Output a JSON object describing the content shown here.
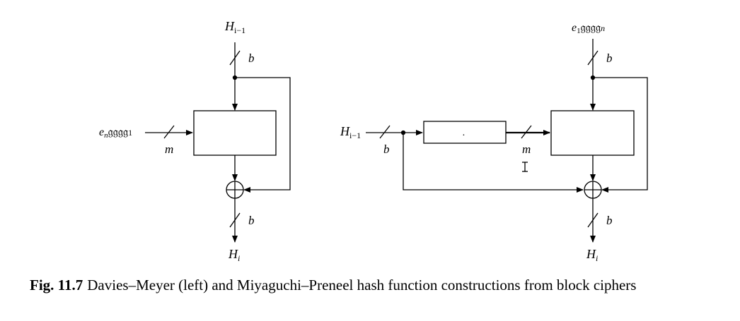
{
  "caption": {
    "label": "Fig. 11.7",
    "text": "Davies–Meyer (left) and Miyaguchi–Preneel hash function constructions from block ciphers"
  },
  "davies_meyer": {
    "input_top": {
      "base": "H",
      "sub": "i−1"
    },
    "key_input": {
      "base": "e",
      "sub": "n",
      "rest": "𝔤𝔤𝔤𝔤",
      "tail": "1"
    },
    "top_width": "b",
    "key_width": "m",
    "out_width": "b",
    "output": {
      "base": "H",
      "sub": "i"
    }
  },
  "miyaguchi_preneel": {
    "input_top": {
      "base": "e",
      "sub": "1",
      "rest": "𝔤𝔤𝔤𝔤",
      "tail": "n"
    },
    "chain_input": {
      "base": "H",
      "sub": "i−1"
    },
    "top_width": "b",
    "chain_width": "b",
    "key_width": "m",
    "out_width": "b",
    "g_box": ".",
    "output": {
      "base": "H",
      "sub": "i"
    }
  }
}
